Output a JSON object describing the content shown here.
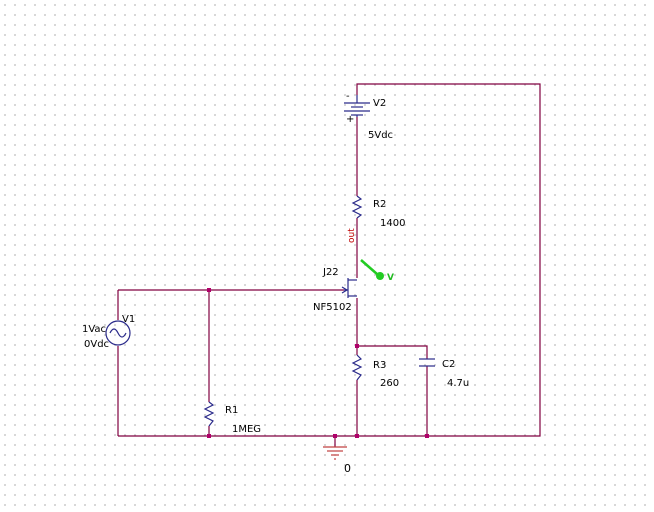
{
  "colors": {
    "wire": "#800040",
    "component": "#2a2a8a",
    "junction": "#b0006a",
    "net_label": "#c00000",
    "probe": "#22cc22",
    "ground": "#c04040"
  },
  "components": {
    "v2": {
      "name": "V2",
      "value": "5Vdc"
    },
    "r2": {
      "name": "R2",
      "value": "1400"
    },
    "j22": {
      "name": "J22",
      "value": "NF5102"
    },
    "v1": {
      "name": "V1",
      "value_ac": "1Vac",
      "value_dc": "0Vdc"
    },
    "r1": {
      "name": "R1",
      "value": "1MEG"
    },
    "r3": {
      "name": "R3",
      "value": "260"
    },
    "c2": {
      "name": "C2",
      "value": "4.7u"
    }
  },
  "net_label": "out",
  "probe": {
    "label": "V",
    "icon": "voltage-probe-icon"
  },
  "ground": {
    "label": "0",
    "icon": "ground-icon"
  }
}
